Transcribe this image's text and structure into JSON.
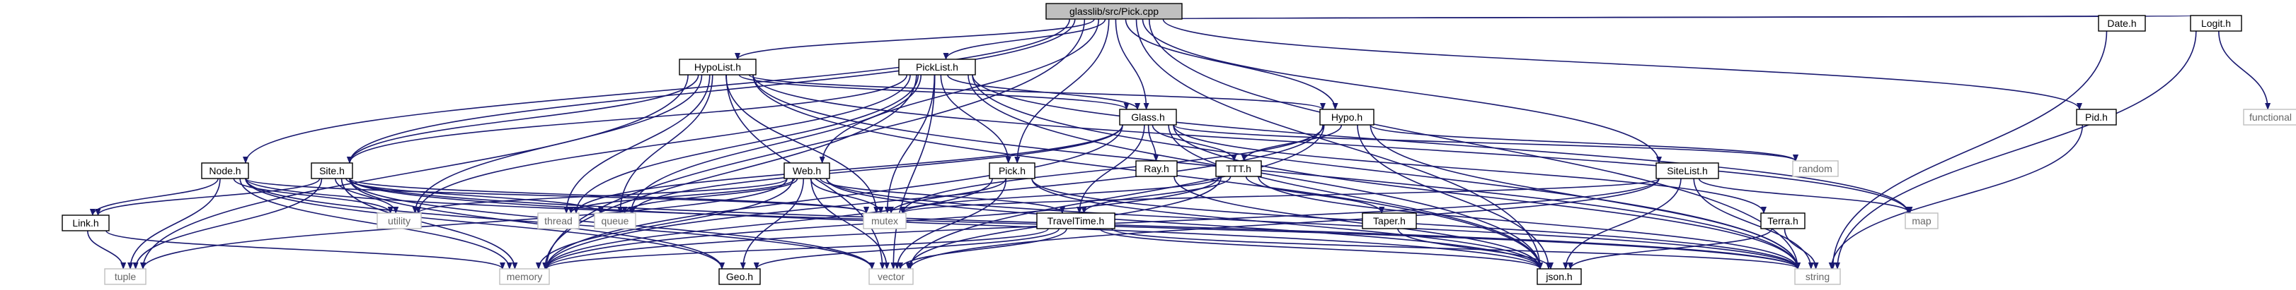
{
  "title": "",
  "colors": {
    "edge": "#191970",
    "root_fill": "#bfbfbf",
    "node_border": "#000000",
    "external_border": "#bfbfbf",
    "external_text": "#666666"
  },
  "nodes": [
    {
      "id": "root",
      "label": "glasslib/src/Pick.cpp",
      "kind": "root"
    },
    {
      "id": "hypolist",
      "label": "HypoList.h",
      "kind": "file"
    },
    {
      "id": "picklist",
      "label": "PickList.h",
      "kind": "file"
    },
    {
      "id": "date",
      "label": "Date.h",
      "kind": "file"
    },
    {
      "id": "logit",
      "label": "Logit.h",
      "kind": "file"
    },
    {
      "id": "glass",
      "label": "Glass.h",
      "kind": "file"
    },
    {
      "id": "hypo",
      "label": "Hypo.h",
      "kind": "file"
    },
    {
      "id": "pid",
      "label": "Pid.h",
      "kind": "file"
    },
    {
      "id": "functional",
      "label": "functional",
      "kind": "ext"
    },
    {
      "id": "ray",
      "label": "Ray.h",
      "kind": "file"
    },
    {
      "id": "ttt",
      "label": "TTT.h",
      "kind": "file"
    },
    {
      "id": "random",
      "label": "random",
      "kind": "ext"
    },
    {
      "id": "node",
      "label": "Node.h",
      "kind": "file"
    },
    {
      "id": "site",
      "label": "Site.h",
      "kind": "file"
    },
    {
      "id": "web",
      "label": "Web.h",
      "kind": "file"
    },
    {
      "id": "pick",
      "label": "Pick.h",
      "kind": "file"
    },
    {
      "id": "sitelist",
      "label": "SiteList.h",
      "kind": "file"
    },
    {
      "id": "link",
      "label": "Link.h",
      "kind": "file"
    },
    {
      "id": "utility",
      "label": "utility",
      "kind": "ext"
    },
    {
      "id": "thread",
      "label": "thread",
      "kind": "ext"
    },
    {
      "id": "queue",
      "label": "queue",
      "kind": "ext"
    },
    {
      "id": "mutex",
      "label": "mutex",
      "kind": "ext"
    },
    {
      "id": "traveltime",
      "label": "TravelTime.h",
      "kind": "file"
    },
    {
      "id": "taper",
      "label": "Taper.h",
      "kind": "file"
    },
    {
      "id": "map",
      "label": "map",
      "kind": "ext"
    },
    {
      "id": "terra",
      "label": "Terra.h",
      "kind": "file"
    },
    {
      "id": "tuple",
      "label": "tuple",
      "kind": "ext"
    },
    {
      "id": "memory",
      "label": "memory",
      "kind": "ext"
    },
    {
      "id": "geo",
      "label": "Geo.h",
      "kind": "file"
    },
    {
      "id": "vector",
      "label": "vector",
      "kind": "ext"
    },
    {
      "id": "json",
      "label": "json.h",
      "kind": "file"
    },
    {
      "id": "string",
      "label": "string",
      "kind": "ext"
    }
  ],
  "edges": [
    [
      "root",
      "hypolist"
    ],
    [
      "root",
      "picklist"
    ],
    [
      "root",
      "date"
    ],
    [
      "root",
      "logit"
    ],
    [
      "root",
      "glass"
    ],
    [
      "root",
      "hypo"
    ],
    [
      "root",
      "pid"
    ],
    [
      "root",
      "node"
    ],
    [
      "root",
      "site"
    ],
    [
      "root",
      "web"
    ],
    [
      "root",
      "pick"
    ],
    [
      "root",
      "sitelist"
    ],
    [
      "root",
      "memory"
    ],
    [
      "root",
      "json"
    ],
    [
      "root",
      "string"
    ],
    [
      "logit",
      "functional"
    ],
    [
      "logit",
      "string"
    ],
    [
      "date",
      "string"
    ],
    [
      "pid",
      "string"
    ],
    [
      "hypolist",
      "glass"
    ],
    [
      "hypolist",
      "hypo"
    ],
    [
      "hypolist",
      "site"
    ],
    [
      "hypolist",
      "utility"
    ],
    [
      "hypolist",
      "thread"
    ],
    [
      "hypolist",
      "queue"
    ],
    [
      "hypolist",
      "mutex"
    ],
    [
      "hypolist",
      "tuple"
    ],
    [
      "hypolist",
      "vector"
    ],
    [
      "hypolist",
      "json"
    ],
    [
      "hypolist",
      "string"
    ],
    [
      "hypolist",
      "map"
    ],
    [
      "picklist",
      "glass"
    ],
    [
      "picklist",
      "pick"
    ],
    [
      "picklist",
      "site"
    ],
    [
      "picklist",
      "utility"
    ],
    [
      "picklist",
      "thread"
    ],
    [
      "picklist",
      "queue"
    ],
    [
      "picklist",
      "mutex"
    ],
    [
      "picklist",
      "memory"
    ],
    [
      "picklist",
      "vector"
    ],
    [
      "picklist",
      "json"
    ],
    [
      "picklist",
      "string"
    ],
    [
      "picklist",
      "map"
    ],
    [
      "glass",
      "ray"
    ],
    [
      "glass",
      "ttt"
    ],
    [
      "glass",
      "traveltime"
    ],
    [
      "glass",
      "terra"
    ],
    [
      "glass",
      "thread"
    ],
    [
      "glass",
      "queue"
    ],
    [
      "glass",
      "memory"
    ],
    [
      "glass",
      "json"
    ],
    [
      "glass",
      "string"
    ],
    [
      "glass",
      "random"
    ],
    [
      "hypo",
      "ttt"
    ],
    [
      "hypo",
      "mutex"
    ],
    [
      "hypo",
      "memory"
    ],
    [
      "hypo",
      "vector"
    ],
    [
      "hypo",
      "json"
    ],
    [
      "hypo",
      "string"
    ],
    [
      "hypo",
      "random"
    ],
    [
      "ttt",
      "traveltime"
    ],
    [
      "ttt",
      "taper"
    ],
    [
      "ttt",
      "mutex"
    ],
    [
      "ttt",
      "memory"
    ],
    [
      "ttt",
      "vector"
    ],
    [
      "ttt",
      "string"
    ],
    [
      "node",
      "link"
    ],
    [
      "node",
      "utility"
    ],
    [
      "node",
      "mutex"
    ],
    [
      "node",
      "tuple"
    ],
    [
      "node",
      "memory"
    ],
    [
      "node",
      "vector"
    ],
    [
      "node",
      "string"
    ],
    [
      "node",
      "geo"
    ],
    [
      "site",
      "link"
    ],
    [
      "site",
      "utility"
    ],
    [
      "site",
      "queue"
    ],
    [
      "site",
      "mutex"
    ],
    [
      "site",
      "tuple"
    ],
    [
      "site",
      "memory"
    ],
    [
      "site",
      "vector"
    ],
    [
      "site",
      "json"
    ],
    [
      "site",
      "string"
    ],
    [
      "site",
      "geo"
    ],
    [
      "web",
      "utility"
    ],
    [
      "web",
      "thread"
    ],
    [
      "web",
      "queue"
    ],
    [
      "web",
      "mutex"
    ],
    [
      "web",
      "traveltime"
    ],
    [
      "web",
      "tuple"
    ],
    [
      "web",
      "memory"
    ],
    [
      "web",
      "vector"
    ],
    [
      "web",
      "json"
    ],
    [
      "web",
      "string"
    ],
    [
      "web",
      "geo"
    ],
    [
      "pick",
      "mutex"
    ],
    [
      "pick",
      "memory"
    ],
    [
      "pick",
      "vector"
    ],
    [
      "pick",
      "json"
    ],
    [
      "pick",
      "string"
    ],
    [
      "sitelist",
      "mutex"
    ],
    [
      "sitelist",
      "map"
    ],
    [
      "sitelist",
      "memory"
    ],
    [
      "sitelist",
      "vector"
    ],
    [
      "sitelist",
      "json"
    ],
    [
      "sitelist",
      "string"
    ],
    [
      "link",
      "tuple"
    ],
    [
      "link",
      "memory"
    ],
    [
      "traveltime",
      "memory"
    ],
    [
      "traveltime",
      "vector"
    ],
    [
      "traveltime",
      "string"
    ],
    [
      "traveltime",
      "json"
    ],
    [
      "traveltime",
      "geo"
    ],
    [
      "taper",
      "json"
    ],
    [
      "terra",
      "json"
    ],
    [
      "terra",
      "string"
    ],
    [
      "ray",
      "json"
    ]
  ]
}
